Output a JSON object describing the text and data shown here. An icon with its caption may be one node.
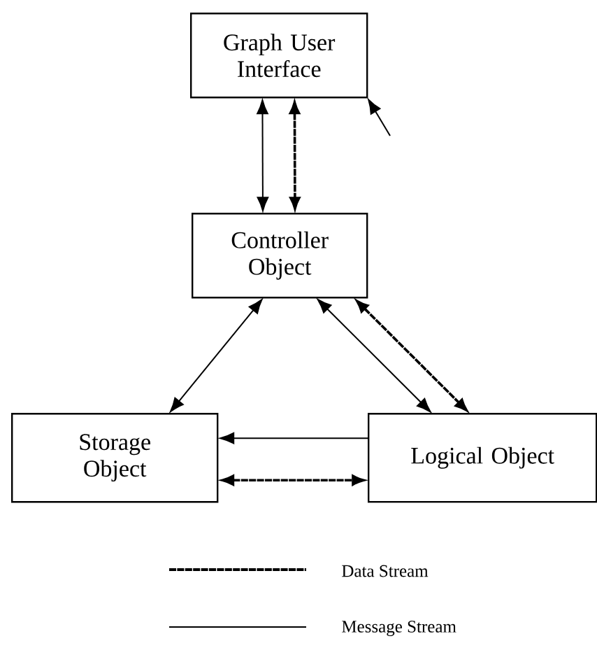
{
  "diagram": {
    "nodes": [
      {
        "text": [
          "Graph User Interface"
        ]
      },
      {
        "text": [
          "Controller Object"
        ]
      },
      {
        "text": [
          "Storage Object"
        ]
      },
      {
        "text": [
          "Logical Object"
        ]
      }
    ],
    "edges": [
      {
        "from": 0,
        "to": 1,
        "arrow": "both"
      },
      {
        "from": 0,
        "to": 1,
        "arrow": "both",
        "style": "dashed"
      },
      {
        "from": 1,
        "to": 2,
        "arrow": "both"
      },
      {
        "from": 1,
        "to": 3,
        "arrow": "both"
      },
      {
        "from": 1,
        "to": 3,
        "arrow": "both",
        "style": "dashed"
      },
      {
        "from": 3,
        "to": 2,
        "arrow": "to"
      },
      {
        "from": 2,
        "to": 3,
        "arrow": "both",
        "style": "dashed"
      },
      {
        "from": null,
        "to": 0,
        "arrow": "to"
      }
    ],
    "legend": [
      {
        "text": "Data Stream"
      },
      {
        "text": "Message Stream"
      }
    ]
  }
}
